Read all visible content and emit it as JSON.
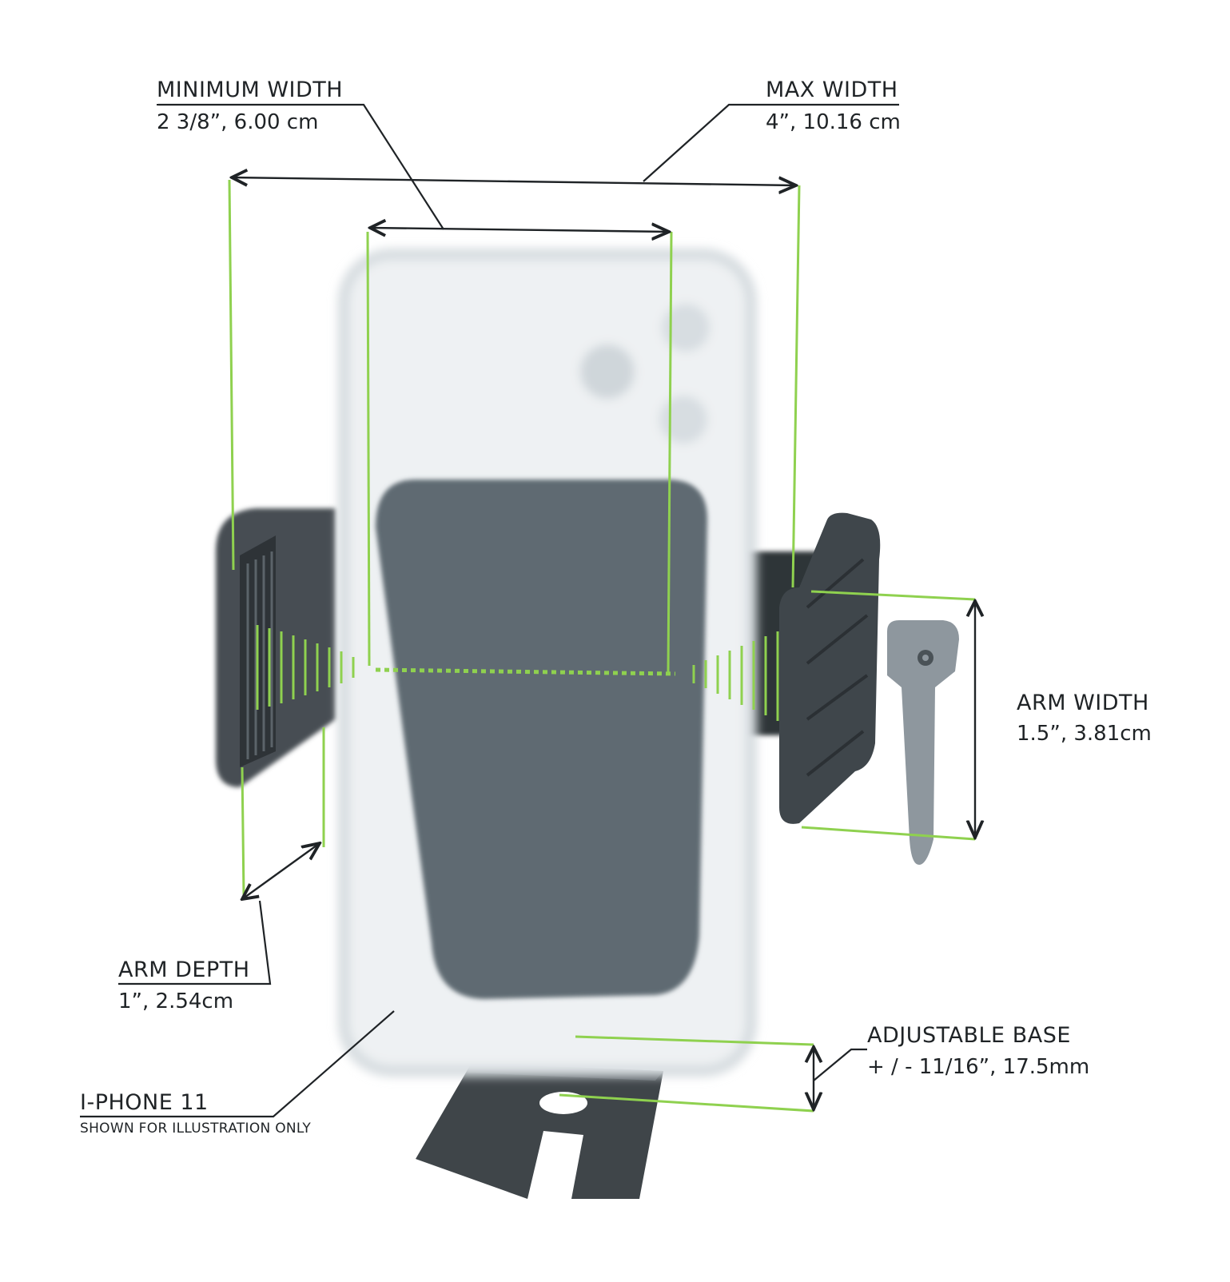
{
  "callouts": {
    "min_width": {
      "title": "MINIMUM  WIDTH",
      "value": "2 3/8”, 6.00 cm"
    },
    "max_width": {
      "title": "MAX  WIDTH",
      "value": "4”, 10.16 cm"
    },
    "arm_width": {
      "title": "ARM WIDTH",
      "value": "1.5”,  3.81cm"
    },
    "arm_depth": {
      "title": "ARM DEPTH",
      "value": "1”,  2.54cm"
    },
    "adjustable_base": {
      "title": "ADJUSTABLE BASE",
      "value": "+ / - 11/16”, 17.5mm"
    },
    "phone": {
      "title": "I-PHONE 11",
      "note": "SHOWN FOR ILLUSTRATION ONLY"
    }
  },
  "colors": {
    "guide_green": "#8fd14f",
    "text": "#1f2326",
    "arm_dark": "#3d4347",
    "cradle": "#5e6a72",
    "phone_glass": "#eef1f3",
    "clip": "#8e979e"
  }
}
